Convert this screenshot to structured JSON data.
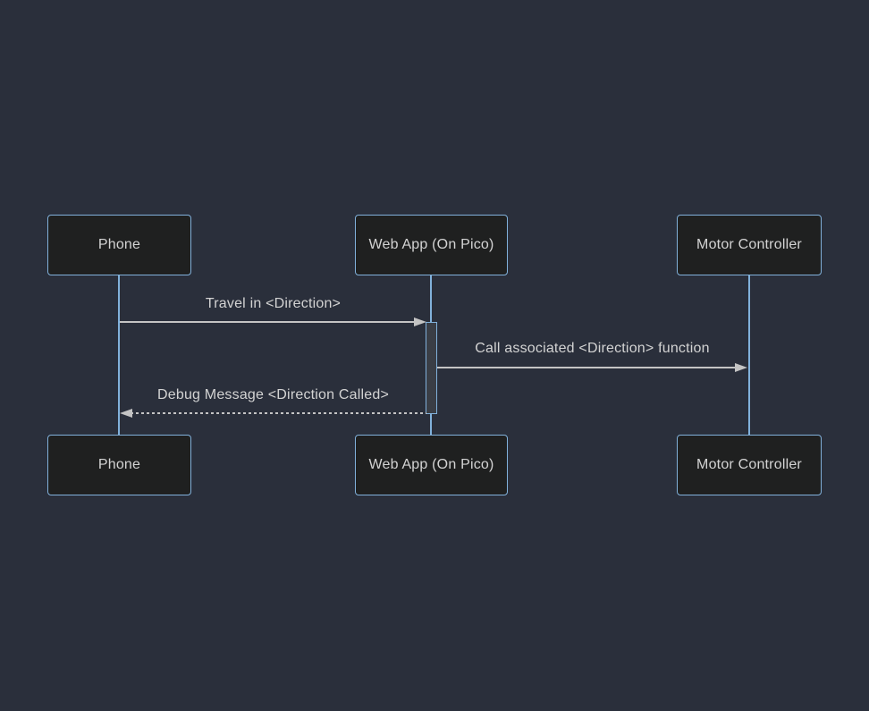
{
  "diagram": {
    "type": "sequence-diagram",
    "actors": [
      {
        "id": "phone",
        "label": "Phone"
      },
      {
        "id": "webapp",
        "label": "Web App (On Pico)"
      },
      {
        "id": "motor",
        "label": "Motor Controller"
      }
    ],
    "messages": [
      {
        "from": "phone",
        "to": "webapp",
        "label": "Travel in <Direction>",
        "line_style": "solid",
        "arrow": "filled-right"
      },
      {
        "from": "webapp",
        "to": "motor",
        "label": "Call associated <Direction> function",
        "line_style": "solid",
        "arrow": "filled-right"
      },
      {
        "from": "webapp",
        "to": "phone",
        "label": "Debug Message <Direction Called>",
        "line_style": "dashed",
        "arrow": "filled-left"
      }
    ],
    "activations": [
      {
        "actor": "webapp",
        "from_message": 0,
        "to_message": 2
      }
    ],
    "colors": {
      "background": "#2a2f3b",
      "actor_fill": "#1f2020",
      "actor_border": "#81b1db",
      "lifeline": "#81b1db",
      "message_line": "#c4c4c4",
      "text": "#d3d3d3",
      "activation_fill": "#3a3e46"
    }
  }
}
